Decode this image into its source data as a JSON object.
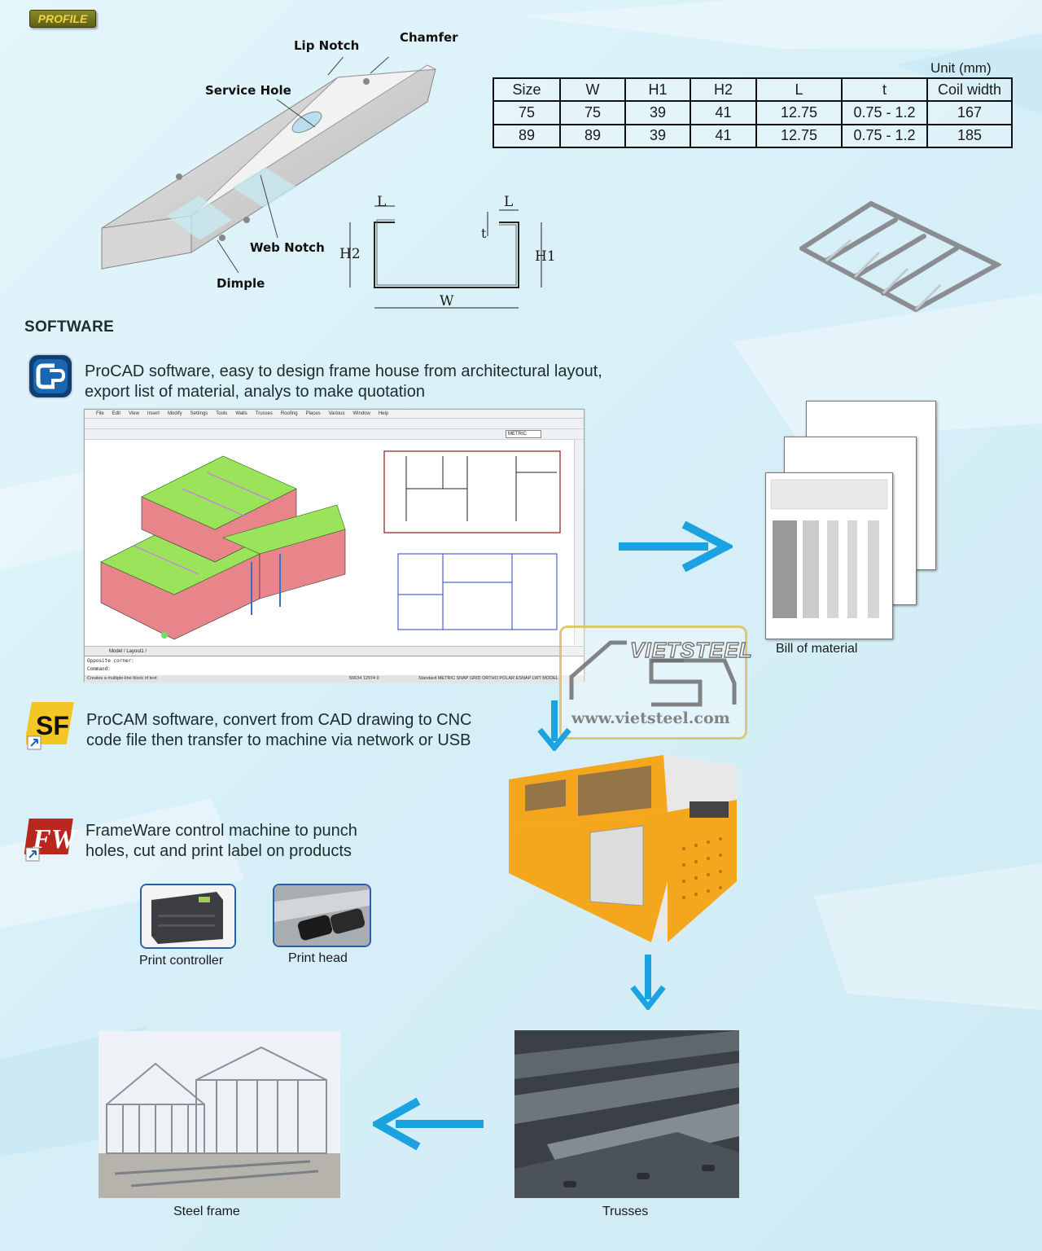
{
  "profile": {
    "badge": "PROFILE",
    "callouts": {
      "lip_notch": "Lip Notch",
      "chamfer": "Chamfer",
      "service_hole": "Service Hole",
      "web_notch": "Web Notch",
      "dimple": "Dimple"
    },
    "section_labels": {
      "L_left": "L",
      "L_right": "L",
      "t": "t",
      "H2": "H2",
      "H1": "H1",
      "W": "W"
    }
  },
  "spec_table": {
    "unit": "Unit (mm)",
    "headers": [
      "Size",
      "W",
      "H1",
      "H2",
      "L",
      "t",
      "Coil width"
    ],
    "rows": [
      [
        "75",
        "75",
        "39",
        "41",
        "12.75",
        "0.75 - 1.2",
        "167"
      ],
      [
        "89",
        "89",
        "39",
        "41",
        "12.75",
        "0.75 - 1.2",
        "185"
      ]
    ]
  },
  "software": {
    "title": "SOFTWARE",
    "procad": {
      "line1": "ProCAD software, easy to design frame house from architectural layout,",
      "line2": "export list of material, analys to make quotation"
    },
    "procam": {
      "line1": "ProCAM software, convert from CAD drawing to CNC",
      "line2": "code file then transfer to machine via network or USB"
    },
    "frameware": {
      "line1": "FrameWare control machine to punch",
      "line2": "holes, cut and print label on products"
    }
  },
  "cad_window": {
    "menu": [
      "File",
      "Edit",
      "View",
      "Insert",
      "Modify",
      "Settings",
      "Tools",
      "Walls",
      "Trusses",
      "Roofing",
      "Places",
      "Various",
      "Window",
      "Help"
    ],
    "units_select": "METRIC",
    "tabs": "Model / Layout1 /",
    "cmd_line1": "Opposite corner:",
    "cmd_line2": "Command:",
    "status_left": "Creates a multiple-line block of text",
    "status_coords": "50634 12974 0",
    "status_right": "Standard  METRIC  SNAP  GRID  ORTHO  POLAR  ESNAP  LWT  MODEL"
  },
  "captions": {
    "bom": "Bill of material",
    "print_controller": "Print controller",
    "print_head": "Print head",
    "steel_frame": "Steel frame",
    "trusses": "Trusses"
  },
  "watermark": {
    "brand": "VIETSTEEL",
    "url": "www.vietsteel.com"
  },
  "icons": {
    "procad": "procad-logo-icon",
    "procam": "procam-logo-icon",
    "frameware": "frameware-logo-icon",
    "arrow_color": "#1aa3e0"
  },
  "colors": {
    "accent": "#1aa3e0",
    "badge_text": "#f5d43a",
    "machine_yellow": "#f4a61c"
  }
}
